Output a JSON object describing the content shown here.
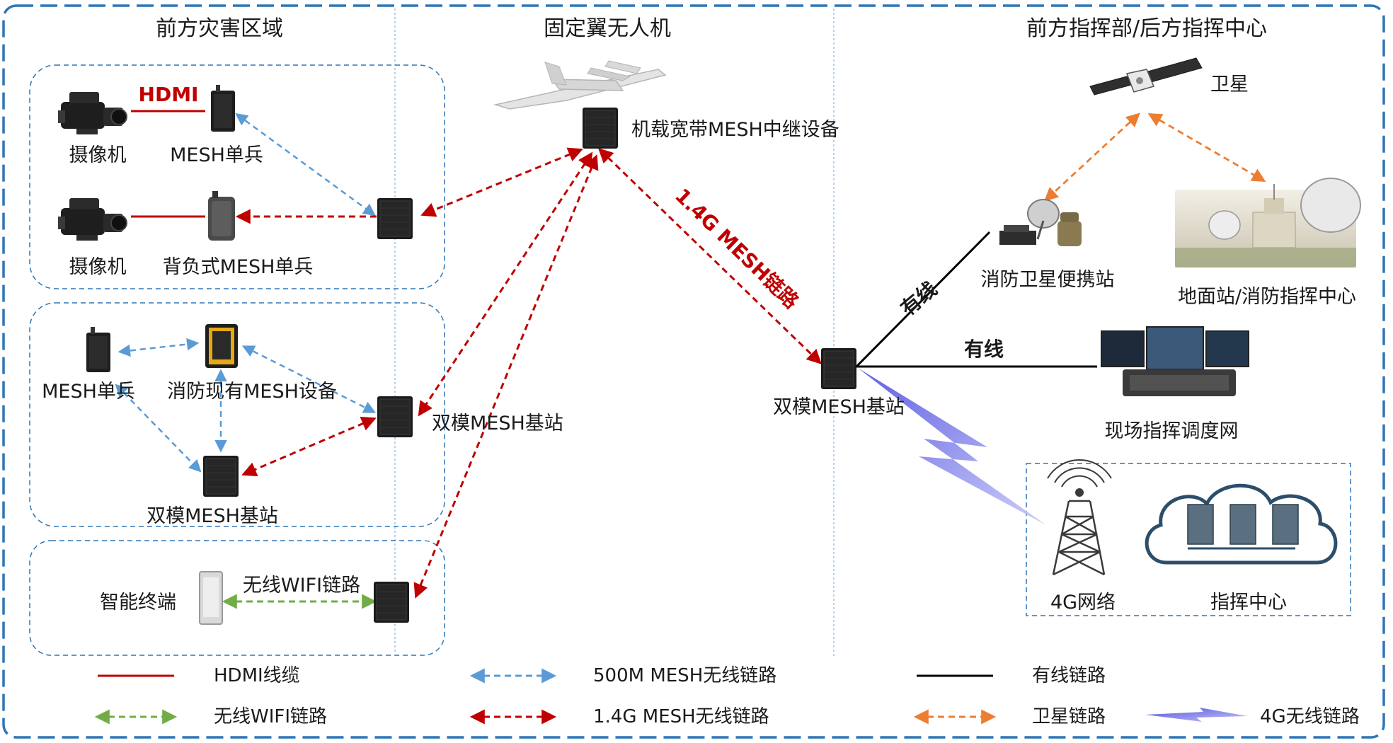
{
  "sections": {
    "left_title": "前方灾害区域",
    "middle_title": "固定翼无人机",
    "right_title": "前方指挥部/后方指挥中心"
  },
  "nodes": {
    "camera1": "摄像机",
    "mesh_soldier1": "MESH单兵",
    "camera2": "摄像机",
    "backpack_mesh": "背负式MESH单兵",
    "mesh_soldier2": "MESH单兵",
    "fire_mesh_device": "消防现有MESH设备",
    "dual_mesh_base_a": "双模MESH基站",
    "dual_mesh_base_b": "双模MESH基站",
    "dual_mesh_base_c": "双模MESH基站",
    "smart_terminal": "智能终端",
    "airborne_relay": "机载宽带MESH中继设备",
    "satellite": "卫星",
    "fire_satellite_portable": "消防卫星便携站",
    "ground_station": "地面站/消防指挥中心",
    "field_command_net": "现场指挥调度网",
    "network_4g": "4G网络",
    "command_center": "指挥中心"
  },
  "link_labels": {
    "hdmi": "HDMI",
    "wifi": "无线WIFI链路",
    "mesh_14g": "1.4G MESH链路",
    "wired1": "有线",
    "wired2": "有线"
  },
  "legend": [
    {
      "label": "HDMI线缆",
      "style": "solid",
      "color": "#c00000",
      "arrows": false
    },
    {
      "label": "500M MESH无线链路",
      "style": "dashed",
      "color": "#5b9bd5",
      "arrows": true
    },
    {
      "label": "有线链路",
      "style": "solid",
      "color": "#000000",
      "arrows": false
    },
    {
      "label": "无线WIFI链路",
      "style": "dashed",
      "color": "#70ad47",
      "arrows": true
    },
    {
      "label": "1.4G MESH无线链路",
      "style": "dashed",
      "color": "#c00000",
      "arrows": true
    },
    {
      "label": "卫星链路",
      "style": "dashed",
      "color": "#ed7d31",
      "arrows": true
    },
    {
      "label": "4G无线链路",
      "style": "bolt",
      "color": "#6a6ae8",
      "arrows": false
    }
  ],
  "colors": {
    "frame": "#2e75b6",
    "group_border": "#2e75b6",
    "column_divider": "#9dc3e6",
    "hdmi": "#c00000",
    "mesh_500m": "#5b9bd5",
    "mesh_14g": "#c00000",
    "wifi": "#70ad47",
    "satellite": "#ed7d31",
    "wired": "#000000",
    "lte": "#6a6ae8"
  }
}
